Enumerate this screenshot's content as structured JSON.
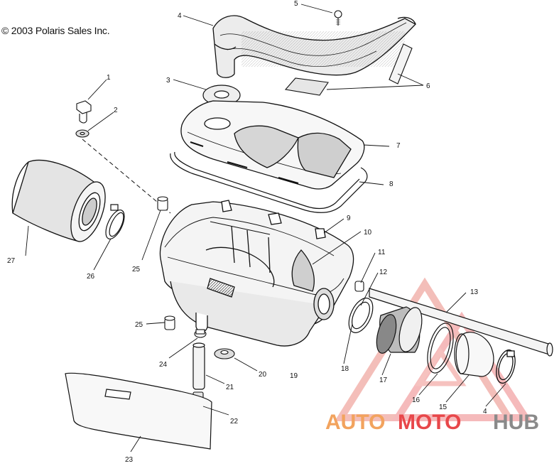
{
  "copyright": "© 2003 Polaris Sales Inc.",
  "callouts": [
    "1",
    "2",
    "3",
    "4",
    "4",
    "5",
    "6",
    "7",
    "8",
    "9",
    "10",
    "11",
    "12",
    "13",
    "15",
    "16",
    "17",
    "18",
    "19",
    "20",
    "21",
    "22",
    "23",
    "24",
    "25",
    "25",
    "26",
    "27"
  ],
  "watermark": {
    "part1": "AUTO",
    "part2": "MOTO",
    "part3": "HUB"
  },
  "colors": {
    "line": "#111111",
    "watermark_orange": "#f2a35e",
    "watermark_red": "#e8474a",
    "watermark_gray": "#8a8a8a"
  }
}
